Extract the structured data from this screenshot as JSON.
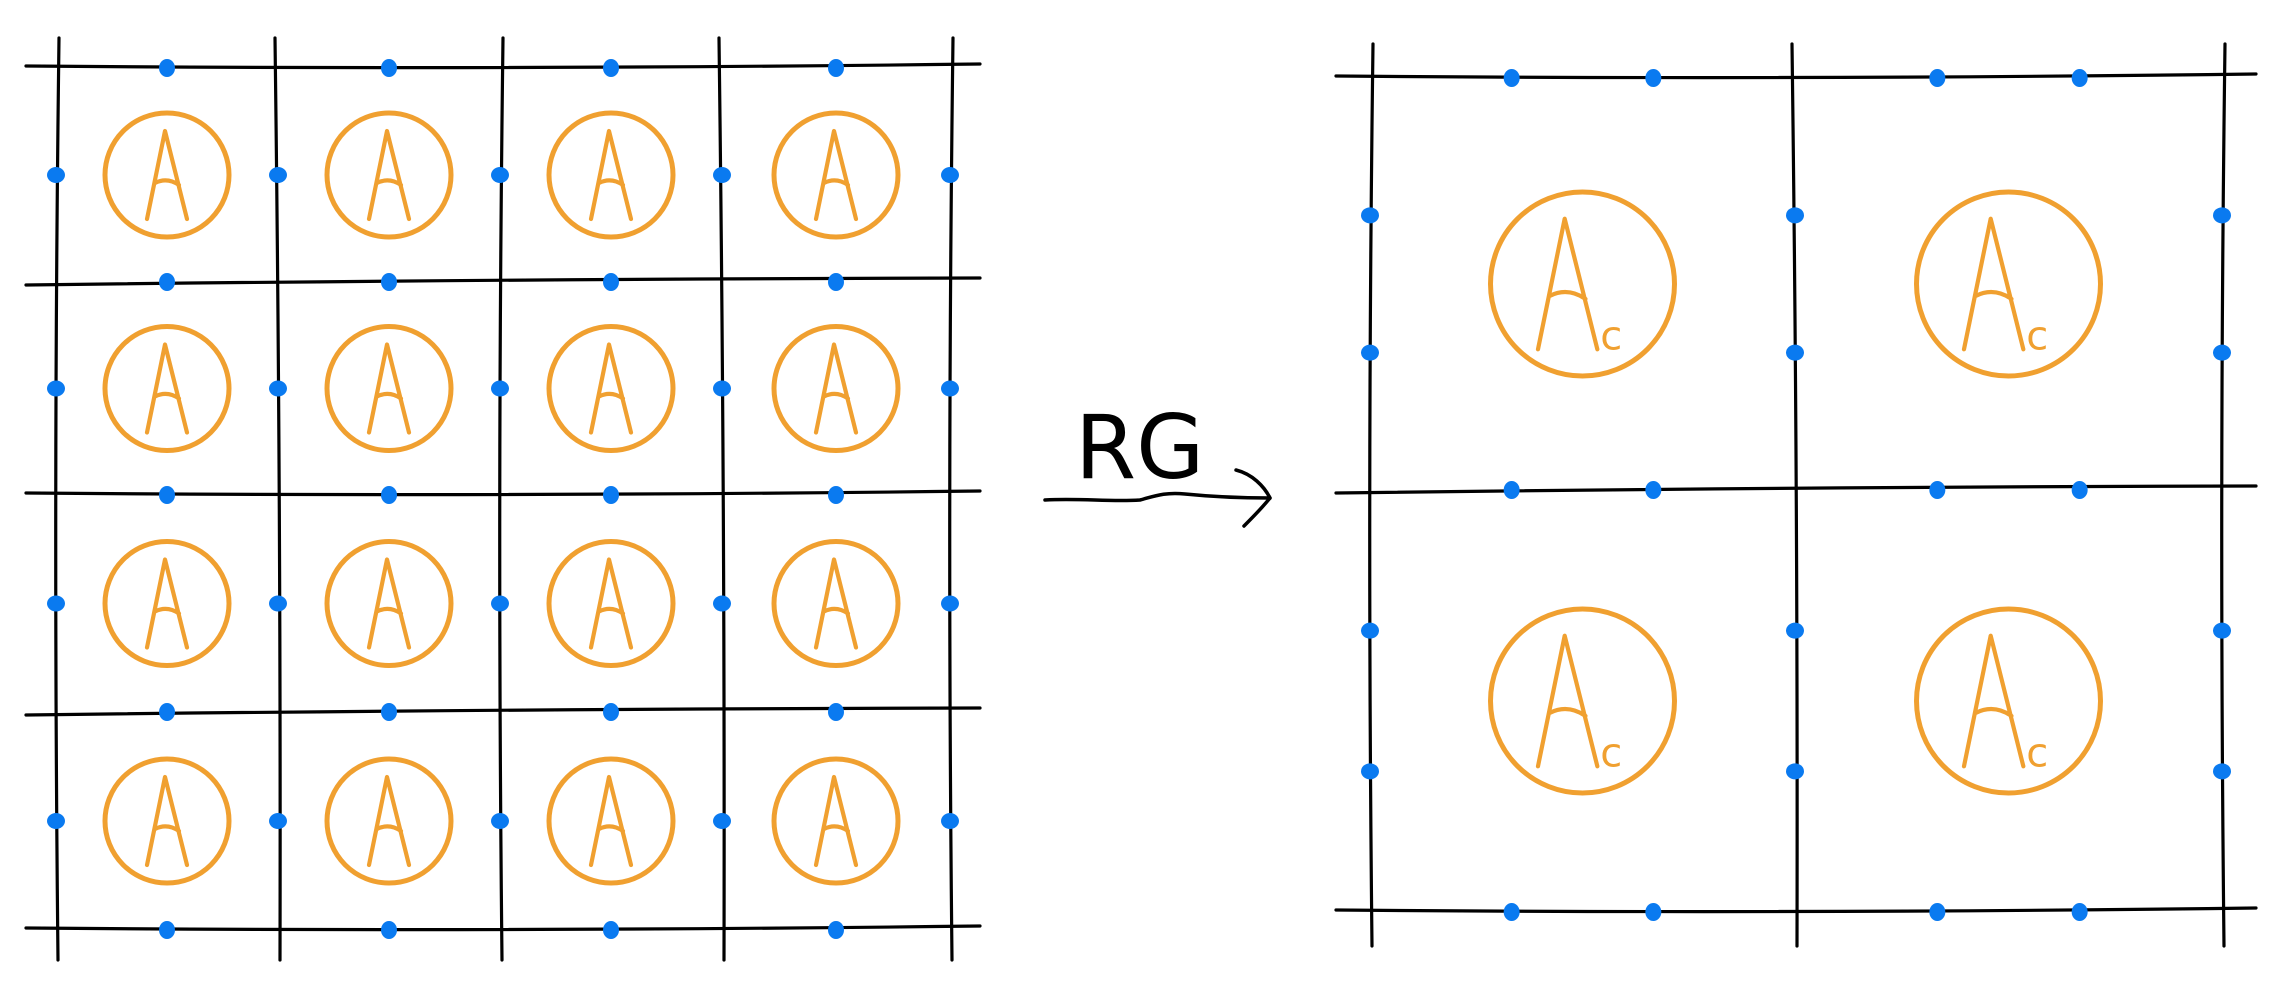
{
  "colors": {
    "lines": "#000000",
    "sites": "#F0A030",
    "bond_dots": "#0A7AF0",
    "background": "#FFFFFF"
  },
  "arrow": {
    "label": "RG"
  },
  "fine_lattice": {
    "rows": 4,
    "cols": 4,
    "site_label": "A",
    "site_subscript": ""
  },
  "coarse_lattice": {
    "rows": 2,
    "cols": 2,
    "site_label": "A",
    "site_subscript": "c",
    "bond_points_per_edge": 2
  }
}
